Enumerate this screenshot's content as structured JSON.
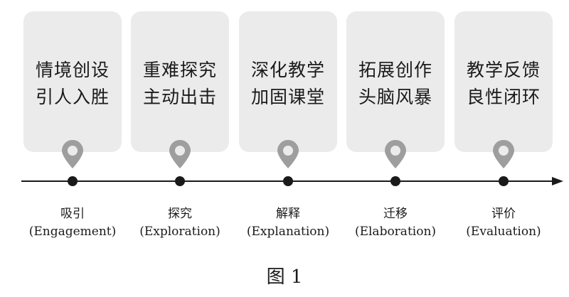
{
  "steps": [
    {
      "line1": "情境创设",
      "line2": "引人入胜",
      "cn": "吸引",
      "en": "(Engagement)"
    },
    {
      "line1": "重难探究",
      "line2": "主动出击",
      "cn": "探究",
      "en": "(Exploration)"
    },
    {
      "line1": "深化教学",
      "line2": "加固课堂",
      "cn": "解释",
      "en": "(Explanation)"
    },
    {
      "line1": "拓展创作",
      "line2": "头脑风暴",
      "cn": "迁移",
      "en": "(Elaboration)"
    },
    {
      "line1": "教学反馈",
      "line2": "良性闭环",
      "cn": "评价",
      "en": "(Evaluation)"
    }
  ],
  "caption": "图 1",
  "colors": {
    "card": "#ebebeb",
    "pin": "#9e9e9e",
    "line": "#1a1a1a",
    "text": "#1a1a1a"
  },
  "icons": {
    "pin": "map-pin-icon",
    "arrow": "arrow-right-icon"
  }
}
